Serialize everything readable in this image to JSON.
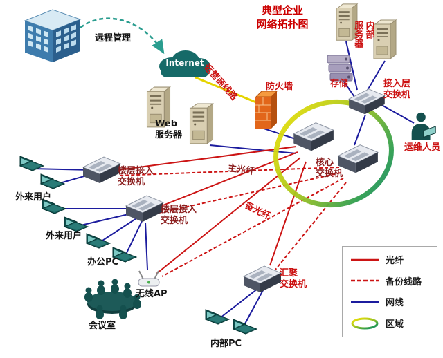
{
  "title": {
    "text": "典型企业\n网络拓扑图",
    "color": "#cc0000"
  },
  "labels": {
    "remote_mgmt": "远程管理",
    "carrier_line": "运营商线路",
    "main_fiber": "主光纤",
    "backup_fiber": "备光纤"
  },
  "nodes": {
    "internet": {
      "label": "Internet"
    },
    "firewall": {
      "label": "防火墙"
    },
    "web_server": {
      "label": "Web\n服务器"
    },
    "internal_server": {
      "label": "内部\n服务器"
    },
    "storage": {
      "label": "存储"
    },
    "access_switch": {
      "label": "接入层\n交换机"
    },
    "ops_person": {
      "label": "运维人员"
    },
    "core_switch": {
      "label": "核心\n交换机"
    },
    "floor_switch_1": {
      "label": "楼层接入\n交换机"
    },
    "floor_switch_2": {
      "label": "楼层接入\n交换机"
    },
    "external_users_1": {
      "label": "外来用户"
    },
    "external_users_2": {
      "label": "外来用户"
    },
    "office_pc": {
      "label": "办公PC"
    },
    "wireless_ap": {
      "label": "无线AP"
    },
    "meeting_room": {
      "label": "会议室"
    },
    "agg_switch": {
      "label": "汇聚\n交换机"
    },
    "internal_pc": {
      "label": "内部PC"
    }
  },
  "legend": {
    "items": [
      {
        "label": "光纤",
        "style": "fiber-solid"
      },
      {
        "label": "备份线路",
        "style": "backup-dashed"
      },
      {
        "label": "网线",
        "style": "lan-solid"
      },
      {
        "label": "区域",
        "style": "zone-ring"
      }
    ]
  },
  "colors": {
    "fiber_line": "#cc1414",
    "backup_line": "#cc1414",
    "lan_line": "#1c1c9e",
    "carrier_line": "#e5d400",
    "remote_arrow": "#2a9d8f",
    "title_red": "#cc0000"
  }
}
